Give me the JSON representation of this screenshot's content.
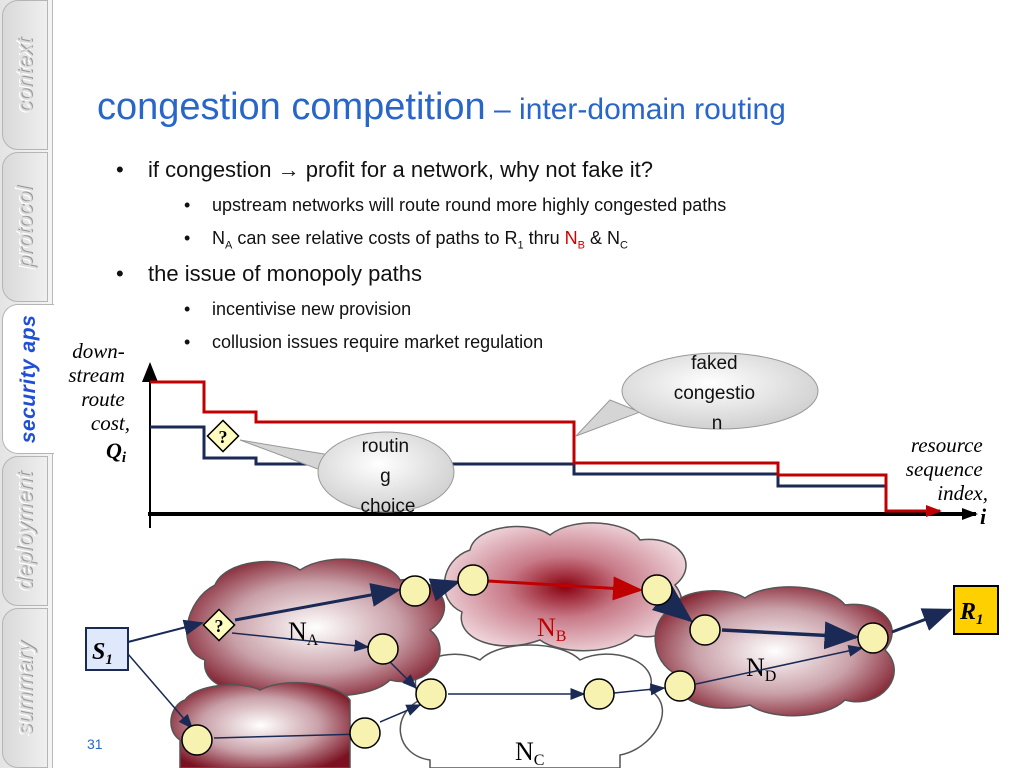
{
  "tabs": [
    "context",
    "protocol",
    "security aps",
    "deployment",
    "summary"
  ],
  "active_tab": "security aps",
  "title": {
    "main": "congestion competition",
    "sub": " – inter-domain routing"
  },
  "bullets": {
    "b1": {
      "text": "if congestion → profit for a network, why not fake it?"
    },
    "b1_1": {
      "text": "upstream networks will route round more highly congested paths"
    },
    "b1_2": {
      "a": "N",
      "a_sub": "A",
      "b": " can see relative costs of paths to R",
      "b_sub": "1",
      "c": " thru ",
      "nb": "N",
      "nb_sub": "B",
      "d": " & N",
      "d_sub": "C"
    },
    "b2": {
      "text": "the issue of monopoly paths"
    },
    "b2_1": {
      "text": "incentivise new provision"
    },
    "b2_2": {
      "text": "collusion issues require market regulation"
    }
  },
  "chart": {
    "y_label": [
      "down-",
      "stream",
      "route",
      "cost,"
    ],
    "y_symbol": "Q",
    "y_symbol_sub": "i",
    "x_label": [
      "resource",
      "sequence",
      "index,"
    ],
    "x_symbol": "i",
    "callout_faked": [
      "faked",
      "congestio",
      "n"
    ],
    "callout_routing": [
      "routin",
      "g",
      "choice"
    ],
    "question_mark": "?",
    "colors": {
      "faked_path": "#c00000",
      "routing_path": "#1a2a55"
    }
  },
  "network": {
    "source": "S",
    "source_sub": "1",
    "receiver": "R",
    "receiver_sub": "1",
    "question_mark": "?",
    "domains": [
      {
        "name": "N",
        "sub": "A",
        "style": "maroon"
      },
      {
        "name": "N",
        "sub": "B",
        "style": "red-hot"
      },
      {
        "name": "N",
        "sub": "C",
        "style": "white"
      },
      {
        "name": "N",
        "sub": "D",
        "style": "maroon"
      }
    ]
  },
  "page_number": "31"
}
